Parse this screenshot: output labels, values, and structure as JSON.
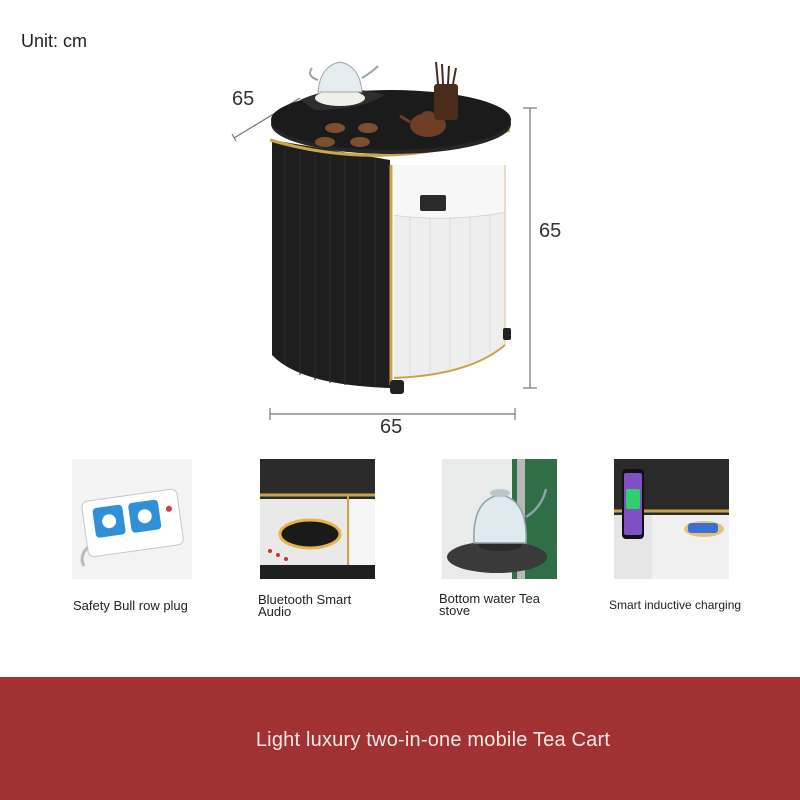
{
  "unit_label": "Unit: cm",
  "dimensions": {
    "depth": "65",
    "height": "65",
    "width": "65"
  },
  "features": [
    {
      "caption": "Safety Bull row plug",
      "icon": "power-strip"
    },
    {
      "caption": "Bluetooth Smart Audio",
      "icon": "speaker"
    },
    {
      "caption": "Bottom water Tea stove",
      "icon": "kettle"
    },
    {
      "caption": "Smart inductive charging",
      "icon": "phone-charging"
    }
  ],
  "footer": {
    "title": "Light luxury two-in-one mobile Tea Cart"
  },
  "colors": {
    "footer_bg": "#a23133",
    "gold_trim": "#c9a44a",
    "table_black": "#1c1c1c",
    "drawer_white": "#efefef"
  }
}
